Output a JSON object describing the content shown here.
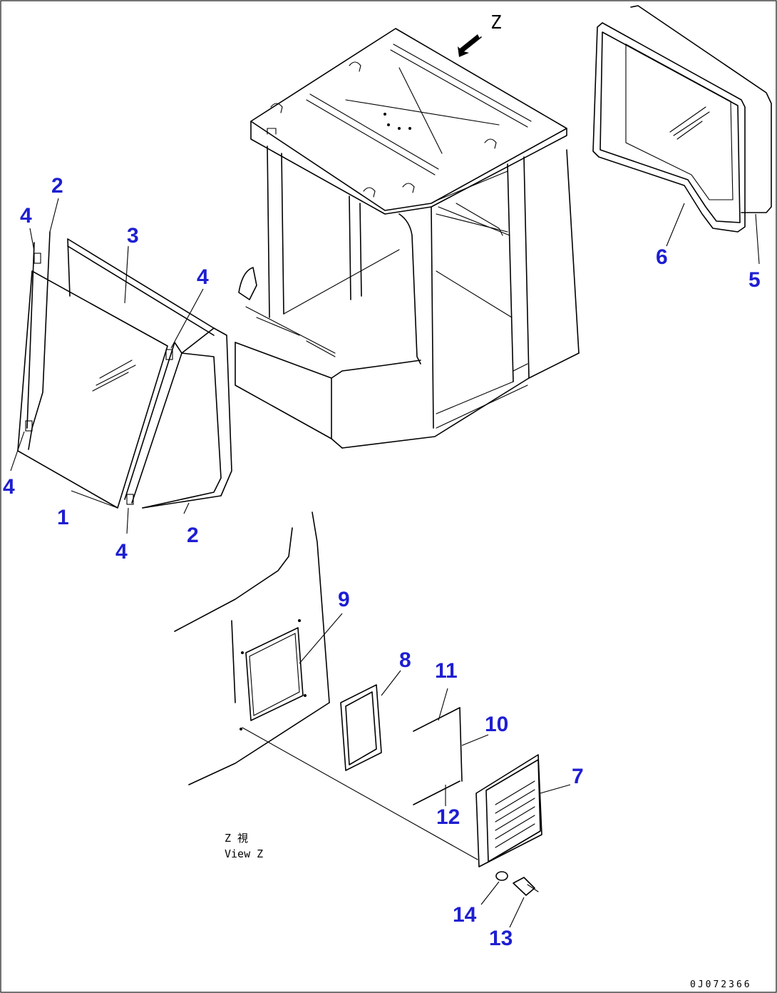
{
  "view_marker": "Z",
  "view_caption_line1": "Z 視",
  "view_caption_line2": "View Z",
  "drawing_code": "0J072366",
  "callouts": [
    "1",
    "2",
    "3",
    "4",
    "5",
    "6",
    "7",
    "8",
    "9",
    "10",
    "11",
    "12",
    "13",
    "14"
  ],
  "colors": {
    "callout": "#1e1ed2",
    "line": "#000000",
    "background": "#ffffff"
  }
}
